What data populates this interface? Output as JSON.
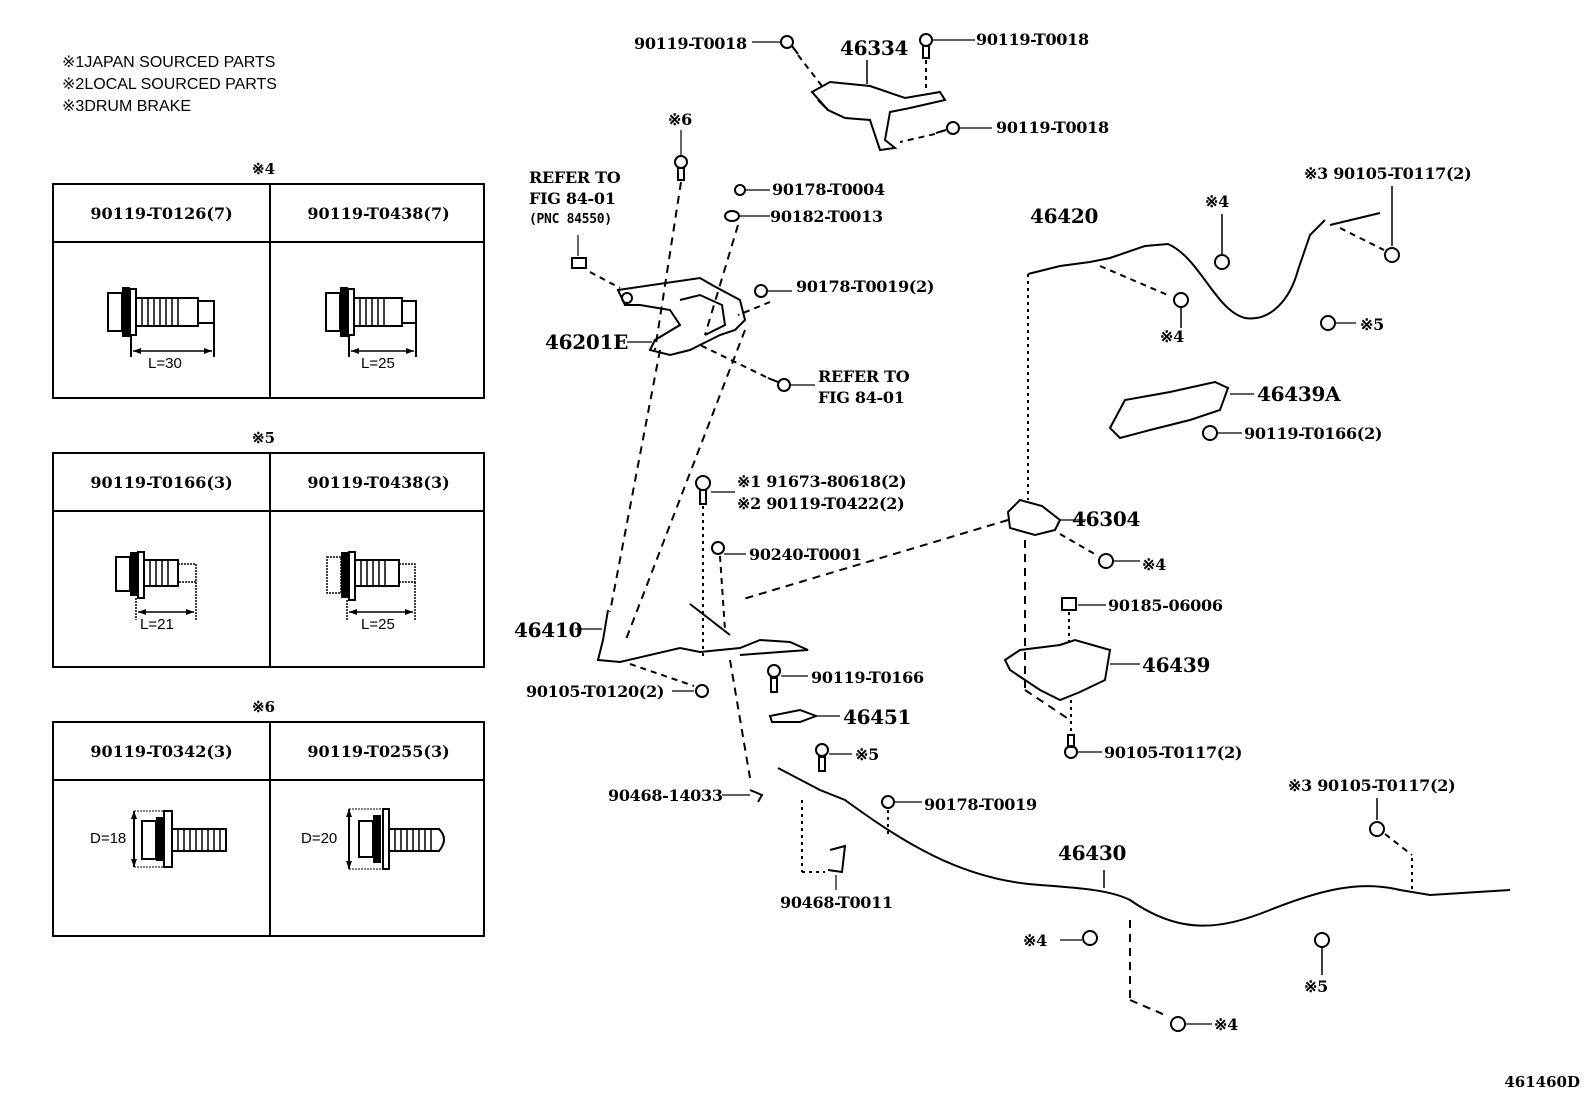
{
  "figure_code": "461460D",
  "legend": [
    {
      "mark": "※1",
      "text": "JAPAN SOURCED PARTS"
    },
    {
      "mark": "※2",
      "text": "LOCAL SOURCED PARTS"
    },
    {
      "mark": "※3",
      "text": "DRUM BRAKE"
    }
  ],
  "bolt_tables": [
    {
      "mark": "※4",
      "columns": [
        {
          "part": "90119-T0126(7)",
          "dimension": "L=30"
        },
        {
          "part": "90119-T0438(7)",
          "dimension": "L=25"
        }
      ]
    },
    {
      "mark": "※5",
      "columns": [
        {
          "part": "90119-T0166(3)",
          "dimension": "L=21"
        },
        {
          "part": "90119-T0438(3)",
          "dimension": "L=25"
        }
      ]
    },
    {
      "mark": "※6",
      "columns": [
        {
          "part": "90119-T0342(3)",
          "dimension": "D=18"
        },
        {
          "part": "90119-T0255(3)",
          "dimension": "D=20"
        }
      ]
    }
  ],
  "callouts": {
    "p90119_T0018_a": "90119-T0018",
    "p46334": "46334",
    "p90119_T0018_b": "90119-T0018",
    "p90119_T0018_c": "90119-T0018",
    "mark6": "※6",
    "refer_top_1": "REFER TO",
    "refer_top_2": "FIG 84-01",
    "refer_top_3": "(PNC 84550)",
    "p90178_T0004": "90178-T0004",
    "p90182_T0013": "90182-T0013",
    "p90178_T0019_2": "90178-T0019(2)",
    "p46201E": "46201E",
    "refer_mid_1": "REFER TO",
    "refer_mid_2": "FIG 84-01",
    "p46420": "46420",
    "mark4_a": "※4",
    "mark4_b": "※4",
    "p90105_T0117_top": "※3 90105-T0117(2)",
    "mark5_a": "※5",
    "p46439A": "46439A",
    "p90119_T0166_2": "90119-T0166(2)",
    "p91673": "※1 91673-80618(2)",
    "p90119_T0422": "※2 90119-T0422(2)",
    "p90240_T0001": "90240-T0001",
    "p46304": "46304",
    "mark4_c": "※4",
    "p90185_06006": "90185-06006",
    "p46410": "46410",
    "p46439": "46439",
    "p90105_T0120": "90105-T0120(2)",
    "p90119_T0166": "90119-T0166",
    "p46451": "46451",
    "p90105_T0117_mid": "90105-T0117(2)",
    "mark5_b": "※5",
    "p90468_14033": "90468-14033",
    "p90178_T0019": "90178-T0019",
    "p90105_T0117_right": "※3 90105-T0117(2)",
    "p46430": "46430",
    "p90468_T0011": "90468-T0011",
    "mark4_d": "※4",
    "mark5_c": "※5",
    "mark4_e": "※4"
  }
}
